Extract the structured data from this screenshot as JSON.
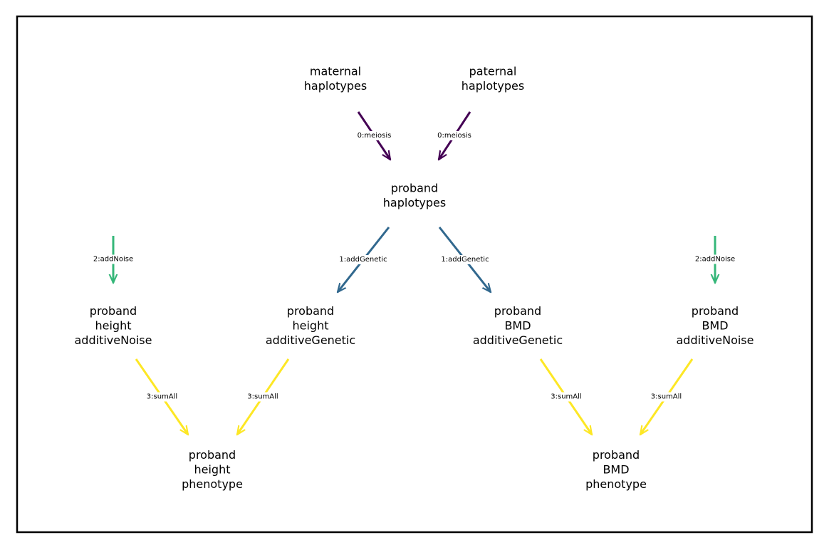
{
  "diagram": {
    "nodes": [
      {
        "id": "maternal",
        "lines": [
          "maternal",
          "haplotypes"
        ]
      },
      {
        "id": "paternal",
        "lines": [
          "paternal",
          "haplotypes"
        ]
      },
      {
        "id": "proband_hap",
        "lines": [
          "proband",
          "haplotypes"
        ]
      },
      {
        "id": "height_noise",
        "lines": [
          "proband",
          "height",
          "additiveNoise"
        ]
      },
      {
        "id": "height_genetic",
        "lines": [
          "proband",
          "height",
          "additiveGenetic"
        ]
      },
      {
        "id": "bmd_genetic",
        "lines": [
          "proband",
          "BMD",
          "additiveGenetic"
        ]
      },
      {
        "id": "bmd_noise",
        "lines": [
          "proband",
          "BMD",
          "additiveNoise"
        ]
      },
      {
        "id": "height_pheno",
        "lines": [
          "proband",
          "height",
          "phenotype"
        ]
      },
      {
        "id": "bmd_pheno",
        "lines": [
          "proband",
          "BMD",
          "phenotype"
        ]
      }
    ],
    "edges": [
      {
        "from": "maternal",
        "to": "proband_hap",
        "label": "0:meiosis",
        "color": "#440154"
      },
      {
        "from": "paternal",
        "to": "proband_hap",
        "label": "0:meiosis",
        "color": "#440154"
      },
      {
        "from": "proband_hap",
        "to": "height_genetic",
        "label": "1:addGenetic",
        "color": "#31688e"
      },
      {
        "from": "proband_hap",
        "to": "bmd_genetic",
        "label": "1:addGenetic",
        "color": "#31688e"
      },
      {
        "from": null,
        "to": "height_noise",
        "label": "2:addNoise",
        "color": "#35b779"
      },
      {
        "from": null,
        "to": "bmd_noise",
        "label": "2:addNoise",
        "color": "#35b779"
      },
      {
        "from": "height_noise",
        "to": "height_pheno",
        "label": "3:sumAll",
        "color": "#fde725"
      },
      {
        "from": "height_genetic",
        "to": "height_pheno",
        "label": "3:sumAll",
        "color": "#fde725"
      },
      {
        "from": "bmd_genetic",
        "to": "bmd_pheno",
        "label": "3:sumAll",
        "color": "#fde725"
      },
      {
        "from": "bmd_noise",
        "to": "bmd_pheno",
        "label": "3:sumAll",
        "color": "#fde725"
      }
    ]
  }
}
